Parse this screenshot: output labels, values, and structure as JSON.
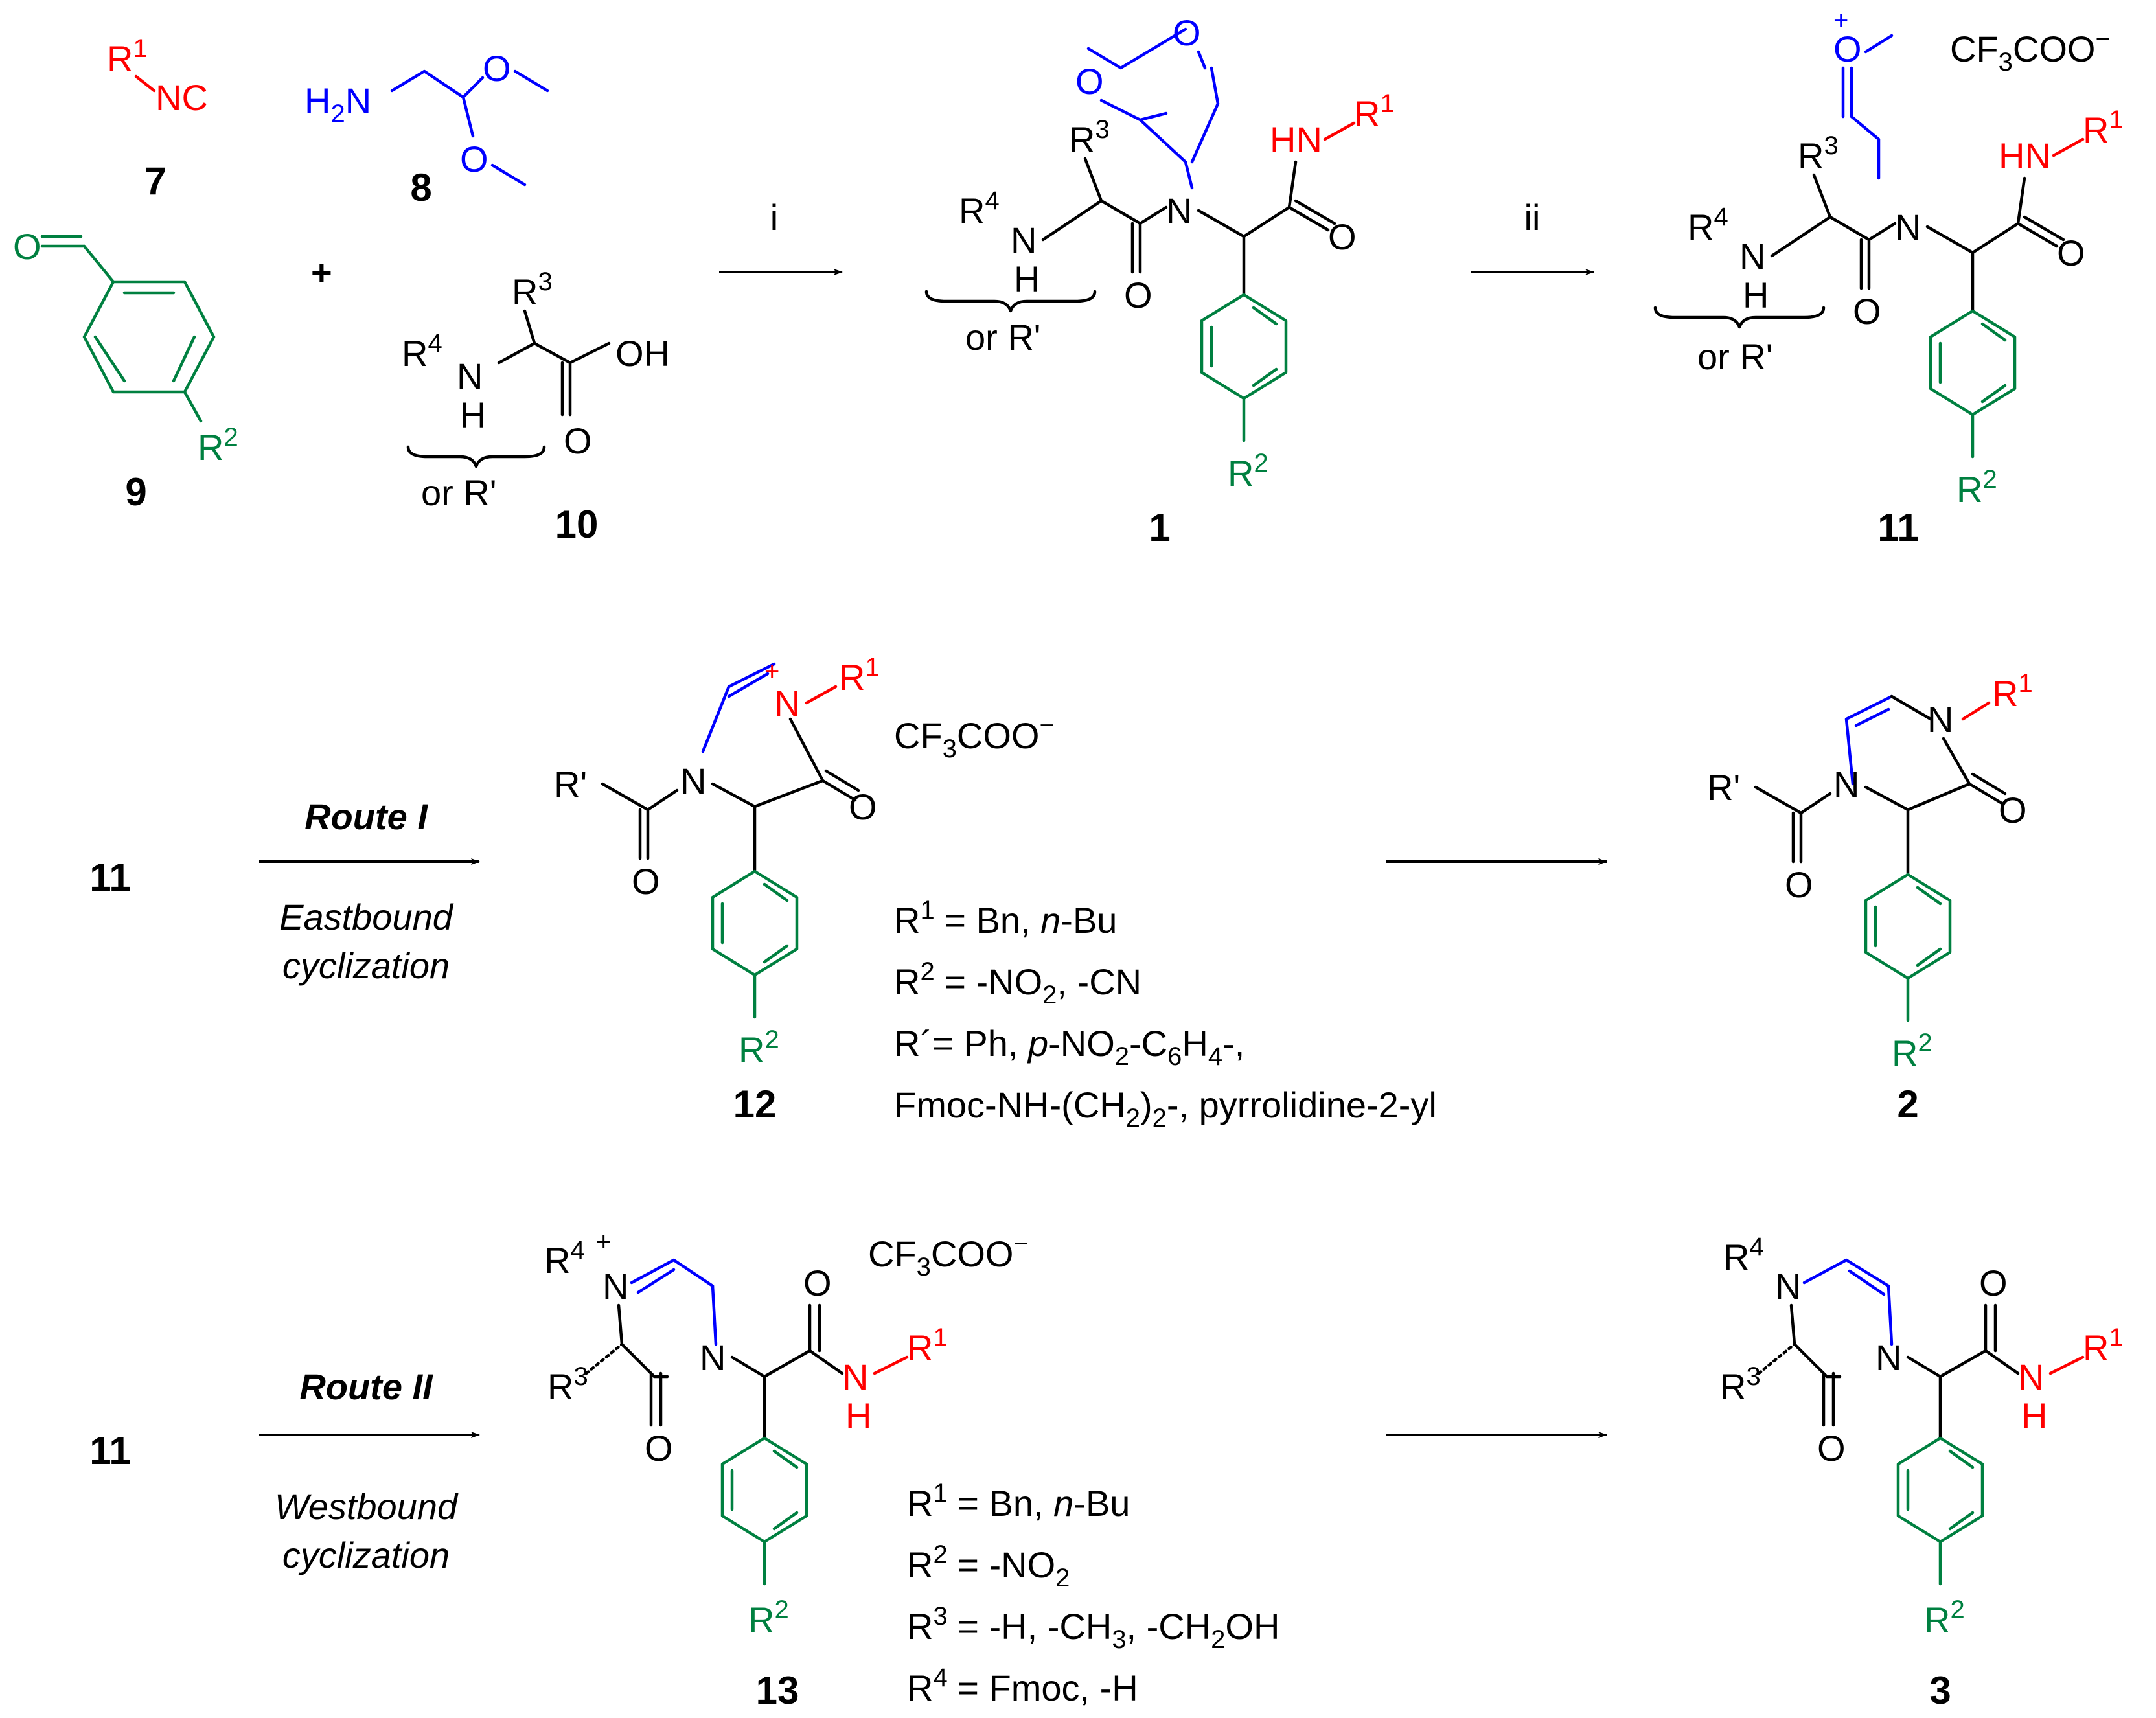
{
  "colors": {
    "red": "#ff0000",
    "blue": "#0000ff",
    "green": "#008040",
    "black": "#000000"
  },
  "compounds": {
    "c7": "7",
    "c8": "8",
    "c9": "9",
    "c10": "10",
    "c1": "1",
    "c11": "11",
    "c12": "12",
    "c2": "2",
    "c13": "13",
    "c3": "3"
  },
  "text": {
    "plus": "+",
    "or_r": "or R'",
    "step_i": "i",
    "step_ii": "ii",
    "cf3coo": "CF3COO−",
    "route1": "Route I",
    "route1_desc": [
      "Eastbound",
      "cyclization"
    ],
    "route2": "Route II",
    "route2_desc": [
      "Westbound",
      "cyclization"
    ]
  },
  "conditions_route1": [
    "R1 = Bn, n-Bu",
    "R2 = -NO2, -CN",
    "R´= Ph, p-NO2-C6H4-,",
    "Fmoc-NH-(CH2)2-, pyrrolidine-2-yl"
  ],
  "conditions_route2": [
    "R1 = Bn, n-Bu",
    "R2 = -NO2",
    "R3 = -H, -CH3, -CH2OH",
    "R4 = Fmoc, -H"
  ]
}
